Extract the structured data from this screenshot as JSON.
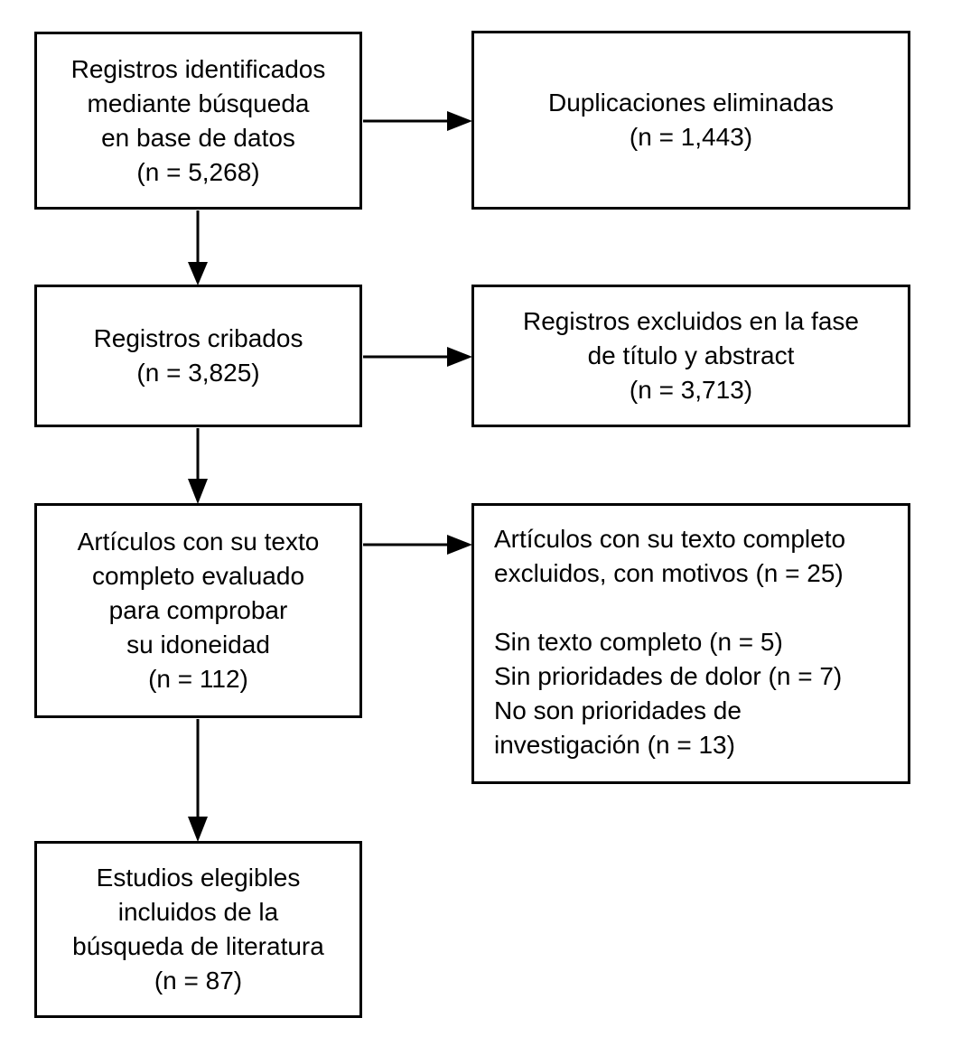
{
  "diagram": {
    "boxes": {
      "identified": {
        "lines": [
          "Registros identificados",
          "mediante búsqueda",
          "en base de datos",
          "(n = 5,268)"
        ],
        "n": "5,268"
      },
      "duplicates_removed": {
        "lines": [
          "Duplicaciones eliminadas",
          "(n = 1,443)"
        ],
        "n": "1,443"
      },
      "screened": {
        "lines": [
          "Registros cribados",
          "(n = 3,825)"
        ],
        "n": "3,825"
      },
      "excluded_title_abstract": {
        "lines": [
          "Registros excluidos en la fase",
          "de título y abstract",
          "(n = 3,713)"
        ],
        "n": "3,713"
      },
      "fulltext_assessed": {
        "lines": [
          "Artículos con su texto",
          "completo evaluado",
          "para comprobar",
          "su idoneidad",
          "(n = 112)"
        ],
        "n": "112"
      },
      "fulltext_excluded": {
        "lines": [
          "Artículos con su texto completo",
          "excluidos, con motivos (n = 25)",
          "",
          "Sin texto completo (n = 5)",
          "Sin prioridades de dolor (n = 7)",
          "No son prioridades de",
          "investigación (n = 13)"
        ],
        "n": "25",
        "reasons": [
          {
            "label": "Sin texto completo",
            "n": "5"
          },
          {
            "label": "Sin prioridades de dolor",
            "n": "7"
          },
          {
            "label": "No son prioridades de investigación",
            "n": "13"
          }
        ]
      },
      "included": {
        "lines": [
          "Estudios elegibles",
          "incluidos de la",
          "búsqueda de literatura",
          "(n = 87)"
        ],
        "n": "87"
      }
    },
    "colors": {
      "line": "#000000",
      "background": "#ffffff",
      "box_fill": "#ffffff"
    }
  }
}
